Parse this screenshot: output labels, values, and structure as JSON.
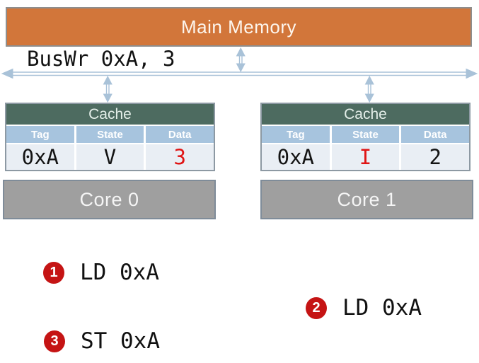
{
  "memory": {
    "label": "Main Memory"
  },
  "bus": {
    "label": "BusWr 0xA, 3"
  },
  "caches": [
    {
      "title": "Cache",
      "headers": [
        "Tag",
        "State",
        "Data"
      ],
      "row": [
        "0xA",
        "V",
        "3"
      ],
      "highlighted_cell": "Data"
    },
    {
      "title": "Cache",
      "headers": [
        "Tag",
        "State",
        "Data"
      ],
      "row": [
        "0xA",
        "I",
        "2"
      ],
      "highlighted_cell": "State"
    }
  ],
  "cores": [
    {
      "label": "Core 0"
    },
    {
      "label": "Core 1"
    }
  ],
  "steps": [
    {
      "number": "1",
      "instruction": "LD 0xA"
    },
    {
      "number": "2",
      "instruction": "LD 0xA"
    },
    {
      "number": "3",
      "instruction": "ST 0xA"
    }
  ],
  "colors": {
    "memory_fill": "#d2763a",
    "cache_header_bg": "#4d6b60",
    "table_header_bg": "#a7c4de",
    "table_row_bg": "#e9eef4",
    "core_fill": "#9f9f9f",
    "highlight_red": "#e01414",
    "step_badge_red": "#c51414",
    "bus_arrow": "#a9c2d8"
  }
}
